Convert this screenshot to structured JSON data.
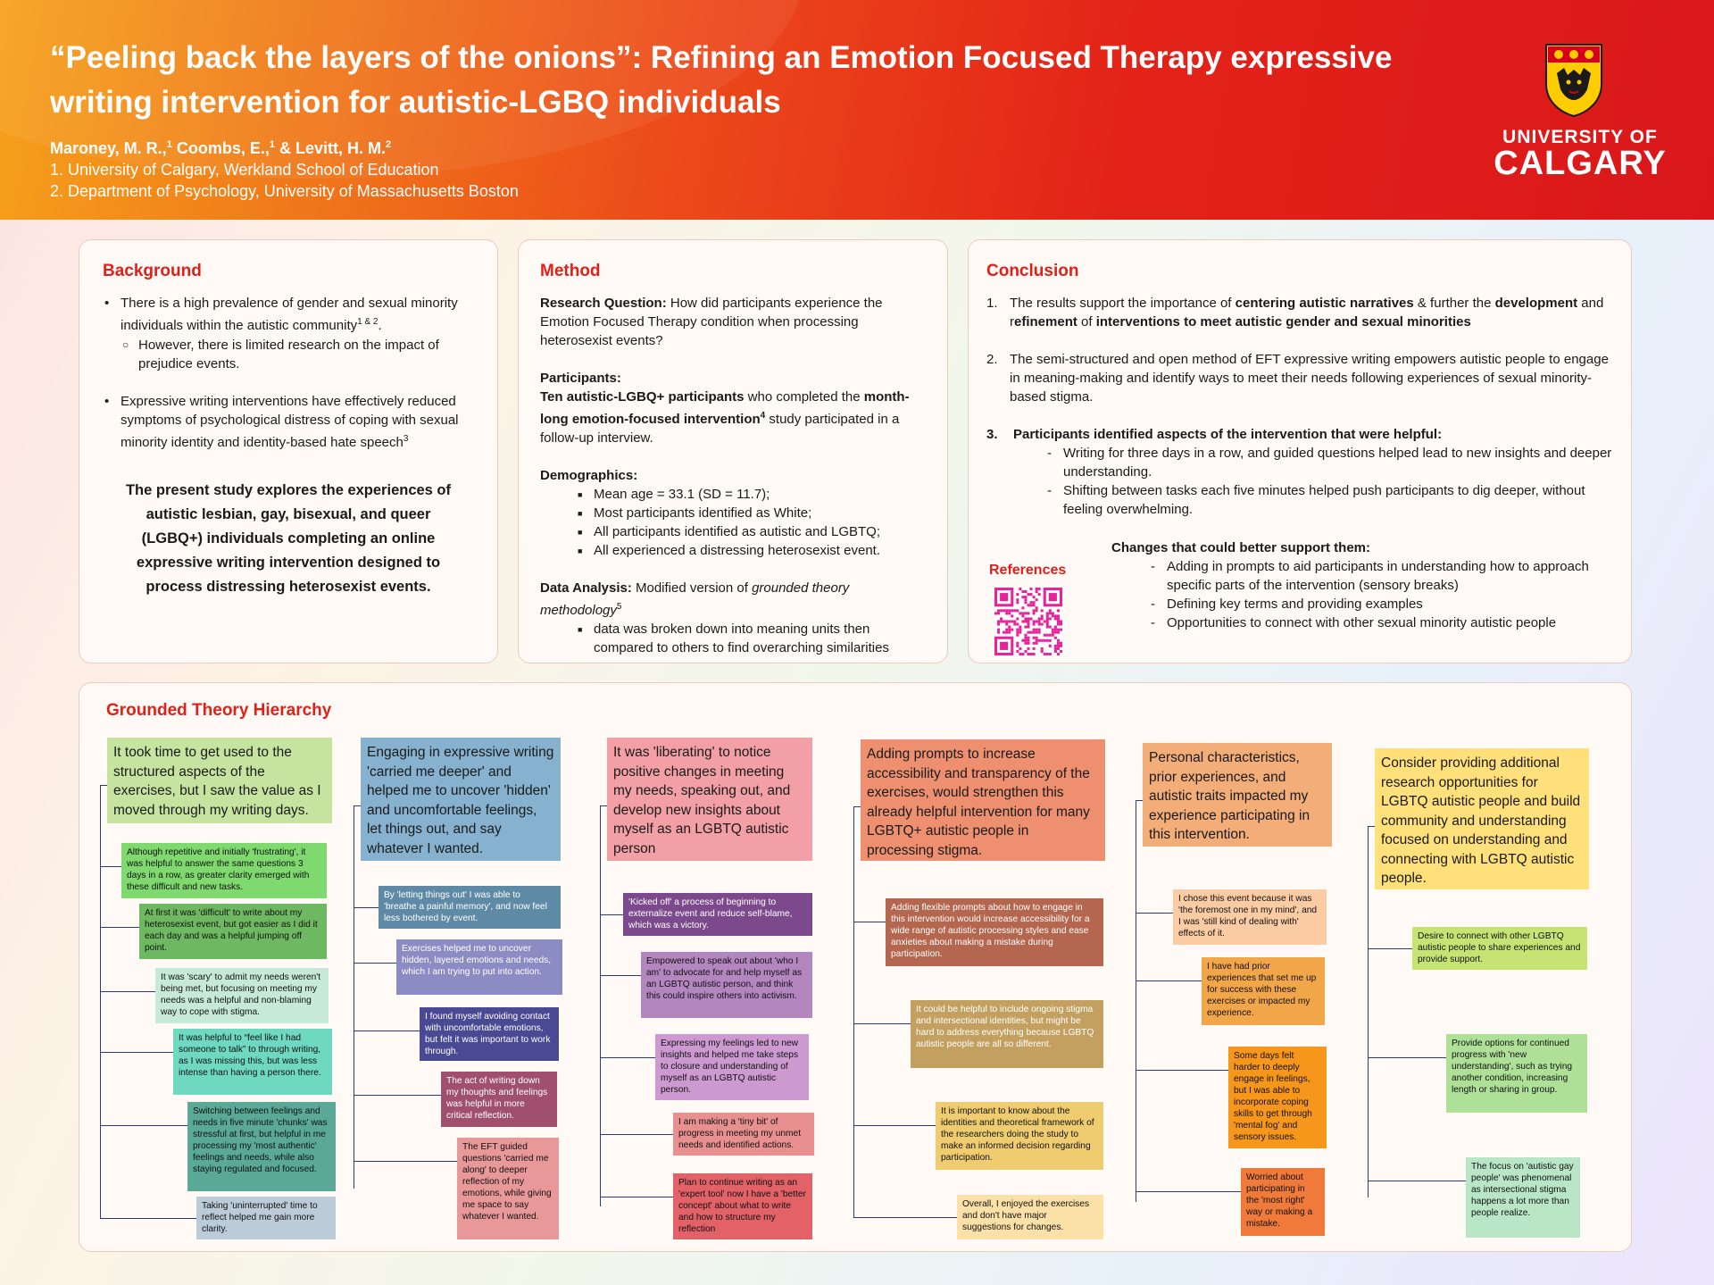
{
  "header": {
    "title": "“Peeling back the layers of the onions”: Refining an Emotion Focused Therapy expressive writing intervention for autistic-LGBQ individuals",
    "author1": "Maroney, M. R.,",
    "author2": "Coombs, E.,",
    "author3": "& Levitt, H. M.",
    "sup1": "1",
    "sup2": "1",
    "sup3": "2",
    "affiliation1": "1. University of Calgary, Werkland School of Education",
    "affiliation2": "2. Department of Psychology, University of Massachusetts Boston",
    "logo_top": "UNIVERSITY OF",
    "logo_bottom": "CALGARY"
  },
  "background": {
    "heading": "Background",
    "b1a": "There is a high prevalence of gender and sexual minority individuals within the autistic community",
    "b1sup": "1 & 2",
    "b1b": ".",
    "b1sub": "However, there is  limited research on the impact of prejudice events.",
    "b2": "Expressive writing interventions have effectively reduced symptoms of psychological distress of coping with sexual minority identity and identity-based hate speech",
    "b2sup": "3",
    "statement": "The present study explores the experiences of autistic lesbian, gay, bisexual, and queer (LGBQ+) individuals completing an online expressive writing intervention designed to process distressing heterosexist events."
  },
  "method": {
    "heading": "Method",
    "rq_label": "Research Question:",
    "rq_text": " How did participants experience the Emotion Focused Therapy condition when processing heterosexist events?",
    "part_label": "Participants:",
    "part_bold1": "Ten autistic-LGBQ+ participants",
    "part_text1": " who completed the ",
    "part_bold2": "month-long emotion-focused intervention",
    "part_sup": "4",
    "part_text2": " study participated in a follow-up interview.",
    "demo_label": "Demographics:",
    "demo_items": [
      "Mean age = 33.1 (SD = 11.7);",
      "Most participants identified as White;",
      "All participants identified as autistic and LGBTQ;",
      "All experienced a distressing heterosexist event."
    ],
    "da_label": "Data Analysis:",
    "da_text": " Modified version of ",
    "da_italic": "grounded theory methodology",
    "da_sup": "5",
    "da_item": "data was broken down into meaning units then compared to others to find overarching similarities"
  },
  "conclusion": {
    "heading": "Conclusion",
    "c1_num": "1.",
    "c1_a": "The results support the importance of ",
    "c1_b": "centering autistic narratives",
    "c1_c": " & further the ",
    "c1_d": "development",
    "c1_e": " and r",
    "c1_f": "efinement",
    "c1_g": " of ",
    "c1_h": "interventions to meet autistic gender and sexual minorities",
    "c2_num": "2.",
    "c2": "The semi-structured and open method of EFT expressive writing empowers autistic people to engage in meaning-making and identify ways to meet their needs following experiences of sexual minority-based stigma.",
    "c3_num": "3.",
    "c3": "Participants identified aspects of the intervention that were helpful:",
    "helpful": [
      "Writing for three days in a row, and guided questions helped lead to new insights and deeper understanding.",
      "Shifting between tasks each five minutes helped push participants to dig deeper, without feeling overwhelming."
    ],
    "changes_heading": "Changes that could better support them:",
    "changes": [
      "Adding in prompts to aid participants in understanding how to approach specific parts of the intervention (sensory breaks)",
      "Defining key terms and providing examples",
      "Opportunities to connect with other sexual minority autistic people"
    ],
    "references": "References"
  },
  "hierarchy": {
    "heading": "Grounded Theory Hierarchy",
    "columns": [
      {
        "head": "It took time to get used to the structured aspects of the exercises, but I saw the value as I moved through my writing days.",
        "leaves": [
          "Although repetitive and initially 'frustrating', it was helpful to answer the same questions 3 days in a row, as greater clarity emerged with these difficult and new tasks.",
          "At first it was 'difficult' to write about my heterosexist event, but got easier as I did it each day and was a helpful jumping off point.",
          "It was 'scary' to admit my needs weren't being met, but focusing on meeting my needs was a helpful and non-blaming way to cope with stigma.",
          "It was helpful to “feel like I had someone to talk” to through writing, as I was missing this, but was less intense than having a person there.",
          "Switching between feelings and needs in five minute 'chunks' was stressful at first, but helpful in me processing my 'most authentic' feelings and needs, while also staying regulated and focused.",
          "Taking 'uninterrupted' time to reflect helped me gain more clarity."
        ]
      },
      {
        "head": "Engaging in expressive writing 'carried me deeper' and helped me to uncover 'hidden' and uncomfortable feelings, let things out, and say whatever I wanted.",
        "leaves": [
          "By 'letting things out' I was able to 'breathe a painful memory', and now feel less bothered by event.",
          "Exercises helped me to uncover hidden, layered emotions and needs, which I am trying to put into action.",
          "I found myself avoiding contact with uncomfortable emotions, but felt it was important to work through.",
          "The act of writing down my thoughts and feelings was helpful in more critical reflection.",
          " The EFT guided questions 'carried me along' to deeper reflection of my emotions, while giving me space to say whatever I wanted."
        ]
      },
      {
        "head": "It was 'liberating' to notice positive changes in meeting my needs, speaking out, and develop new insights about myself as an LGBTQ autistic person",
        "leaves": [
          "'Kicked off' a process of beginning to externalize event and reduce self-blame, which was a victory.",
          "Empowered to speak out about 'who I am' to advocate for and help myself as an LGBTQ autistic person, and think this could inspire others into activism.",
          "Expressing my feelings led to new insights and helped me take steps to closure and understanding of myself as an LGBTQ autistic person.",
          " I am making a 'tiny bit' of progress in meeting my unmet needs and identified actions.",
          "Plan to continue writing as an 'expert tool' now I have a 'better concept' about what to write and how to structure my reflection"
        ]
      },
      {
        "head": "Adding prompts to increase accessibility and transparency of the exercises, would strengthen this already helpful intervention for many LGBTQ+ autistic people in processing stigma.",
        "leaves": [
          "Adding flexible prompts about how to engage in this intervention would increase accessibility for a wide range of autistic processing styles and ease anxieties about making a mistake during participation.",
          "It could be helpful to include ongoing stigma and intersectional identities, but might be hard to address everything because LGBTQ autistic people are all so different.",
          "It is important to know about the identities and theoretical framework of the researchers doing the study to make an informed decision regarding participation.",
          "Overall, I enjoyed the exercises and don't have major suggestions for changes."
        ]
      },
      {
        "head": "Personal characteristics, prior experiences, and autistic traits impacted my experience participating in this intervention.",
        "leaves": [
          "I chose this event because it was 'the foremost one in my mind', and I was 'still kind of dealing with' effects of it.",
          "I have had prior experiences that set me up for success with these exercises or impacted my experience.",
          "Some days felt harder to deeply engage in feelings, but I was able to incorporate coping skills to get through 'mental fog' and sensory issues.",
          "Worried about participating in the 'most right' way or making a mistake."
        ]
      },
      {
        "head": "Consider providing additional research opportunities for LGBTQ autistic people and build community and understanding focused on understanding and connecting with LGBTQ autistic people.",
        "leaves": [
          "Desire to connect with other LGBTQ autistic people to share experiences and provide support.",
          "Provide options for continued progress with 'new understanding', such as trying another condition, increasing length or sharing in group.",
          "The focus on 'autistic gay people' was phenomenal as intersectional stigma happens a lot more than people realize."
        ]
      }
    ]
  },
  "colors": {
    "accent_red": "#e0201a",
    "col1_head": "#c6e4a0",
    "col2_head": "#86b2cf",
    "col3_head": "#f2a0a6",
    "col4_head": "#ee9070",
    "col5_head": "#f2ad79",
    "col6_head": "#ffe07a"
  }
}
